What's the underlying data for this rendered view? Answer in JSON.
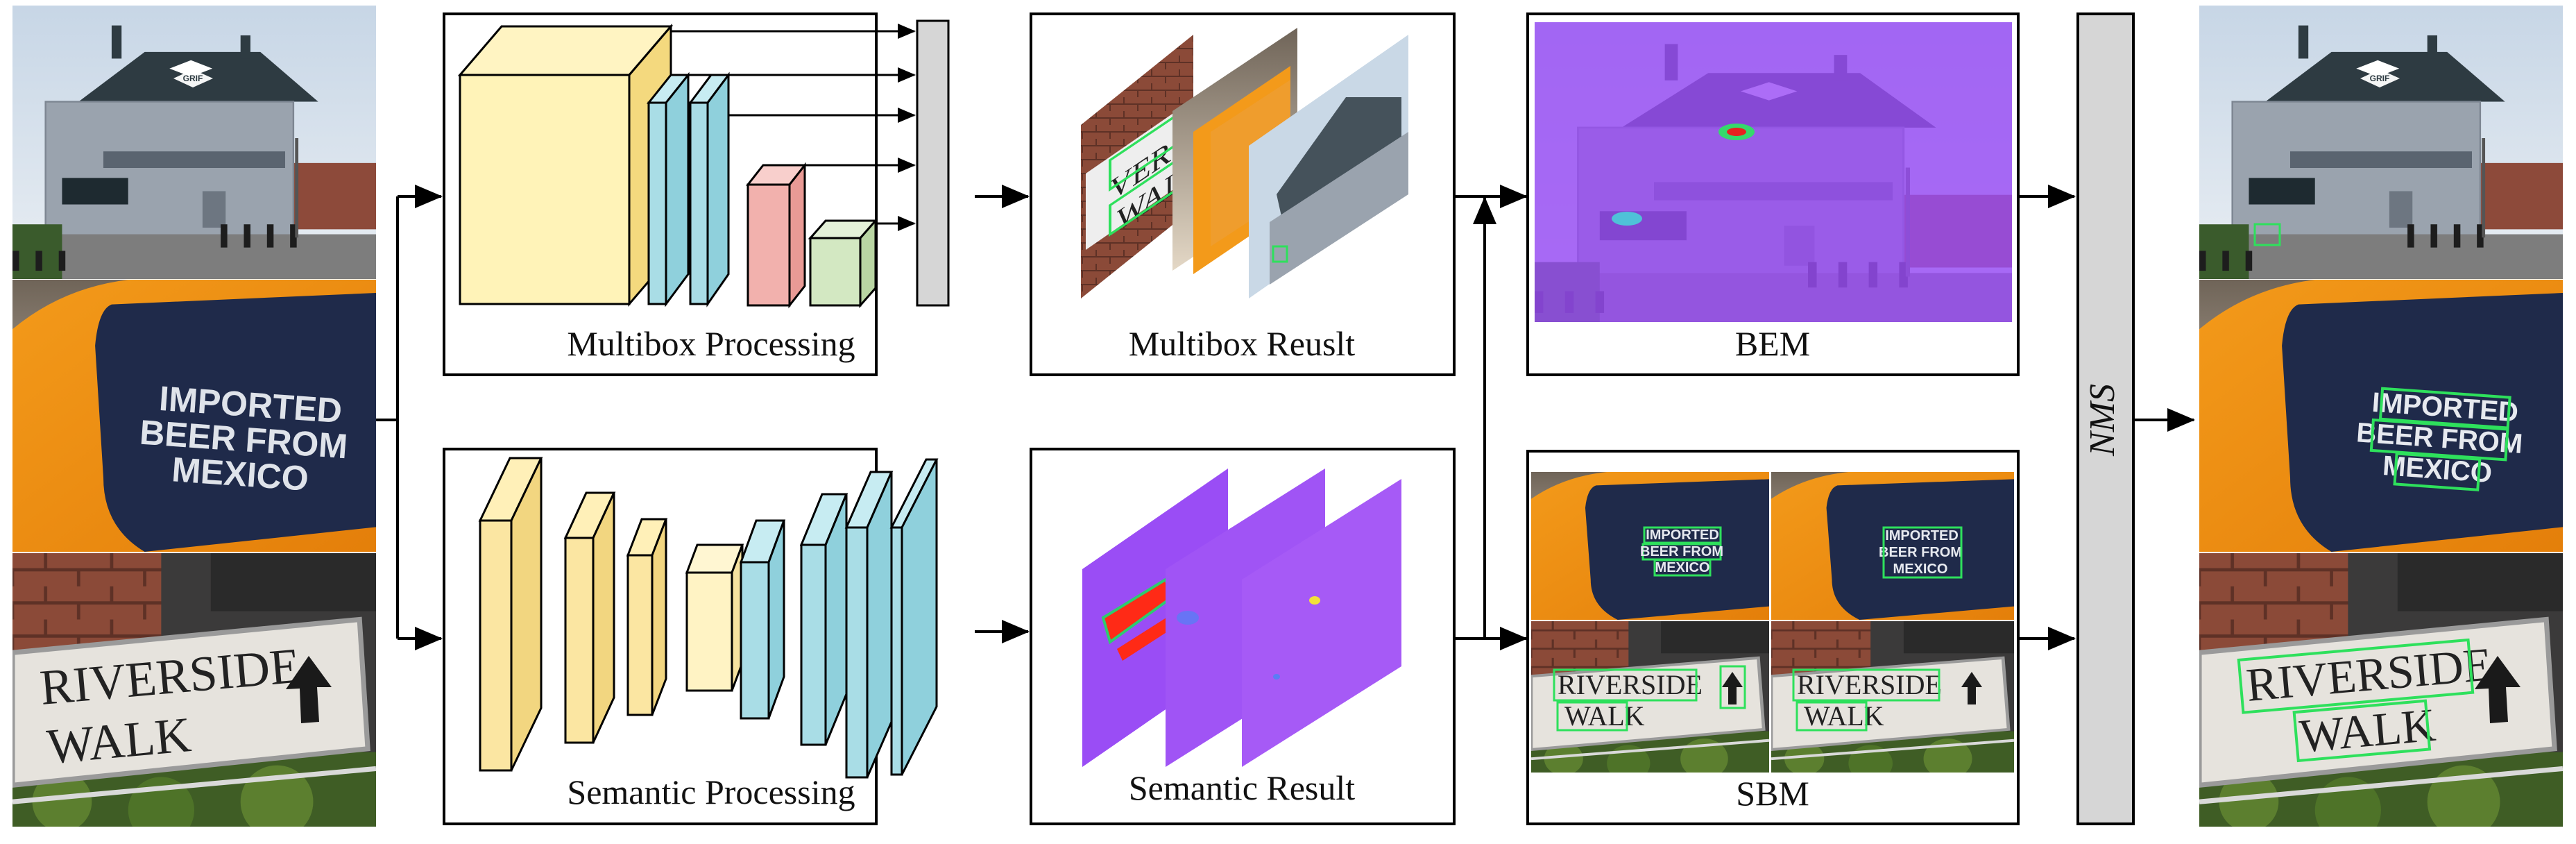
{
  "labels": {
    "multibox_processing": "Multibox Processing",
    "semantic_processing": "Semantic Processing",
    "multibox_result": "Multibox Reuslt",
    "semantic_result": "Semantic Result",
    "bem": "BEM",
    "sbm": "SBM",
    "nms": "NMS"
  },
  "scene_text": {
    "beer_line1": "IMPORTED",
    "beer_line2": "BEER FROM",
    "beer_line3": "MEXICO",
    "street_line1": "RIVERSIDE",
    "street_line2": "WALK",
    "fragment_1": "VERS",
    "fragment_2": "WAL"
  },
  "colors": {
    "block_yellow": "#fff3b8",
    "block_yellow_dark": "#f5dd88",
    "block_blue": "#a9dde6",
    "block_blue_dark": "#8ccad6",
    "block_pink": "#f2b1ad",
    "block_green": "#d3e8c2",
    "block_gray": "#d6d6d6",
    "heatmap_purple": "#9a4df5",
    "heatmap_red": "#e8231e",
    "box_green": "#2ee05c",
    "arrow": "#000000"
  }
}
